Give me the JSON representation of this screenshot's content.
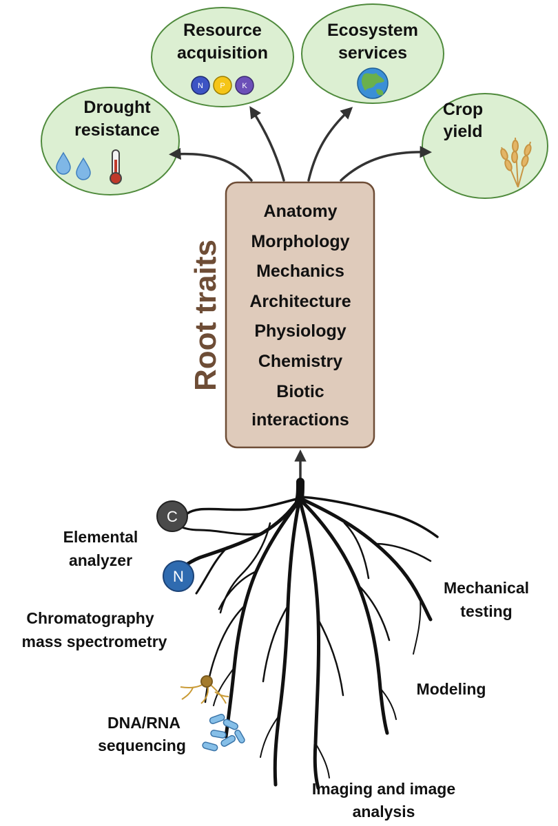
{
  "outcomes": {
    "drought": {
      "line1": "Drought",
      "line2": "resistance"
    },
    "resource": {
      "line1": "Resource",
      "line2": "acquisition",
      "nutrients": [
        "N",
        "P",
        "K"
      ]
    },
    "ecosystem": {
      "line1": "Ecosystem",
      "line2": "services"
    },
    "crop": {
      "line1": "Crop",
      "line2": "yield"
    }
  },
  "root_traits_label": "Root traits",
  "traits": [
    "Anatomy",
    "Morphology",
    "Mechanics",
    "Architecture",
    "Physiology",
    "Chemistry",
    "Biotic",
    "interactions"
  ],
  "elements": {
    "carbon": "C",
    "nitrogen": "N"
  },
  "methods": {
    "elemental": {
      "line1": "Elemental",
      "line2": "analyzer"
    },
    "chromatography": {
      "line1": "Chromatography",
      "line2": "mass spectrometry"
    },
    "sequencing": {
      "line1": "DNA/RNA",
      "line2": "sequencing"
    },
    "mechanical": {
      "line1": "Mechanical",
      "line2": "testing"
    },
    "modeling": {
      "line1": "Modeling"
    },
    "imaging": {
      "line1": "Imaging and image",
      "line2": "analysis"
    }
  },
  "colors": {
    "bubble_fill": "#dcefd2",
    "bubble_stroke": "#4f8a3c",
    "trait_box_fill": "#dfcbbb",
    "trait_box_stroke": "#6e4d36",
    "root_traits_text": "#6e4d36"
  },
  "icons": [
    "water-drop-icon",
    "thermometer-icon",
    "nutrient-npk-icon",
    "globe-icon",
    "wheat-icon",
    "carbon-element-icon",
    "nitrogen-element-icon",
    "fungus-icon",
    "bacteria-icon",
    "root-system-icon"
  ]
}
